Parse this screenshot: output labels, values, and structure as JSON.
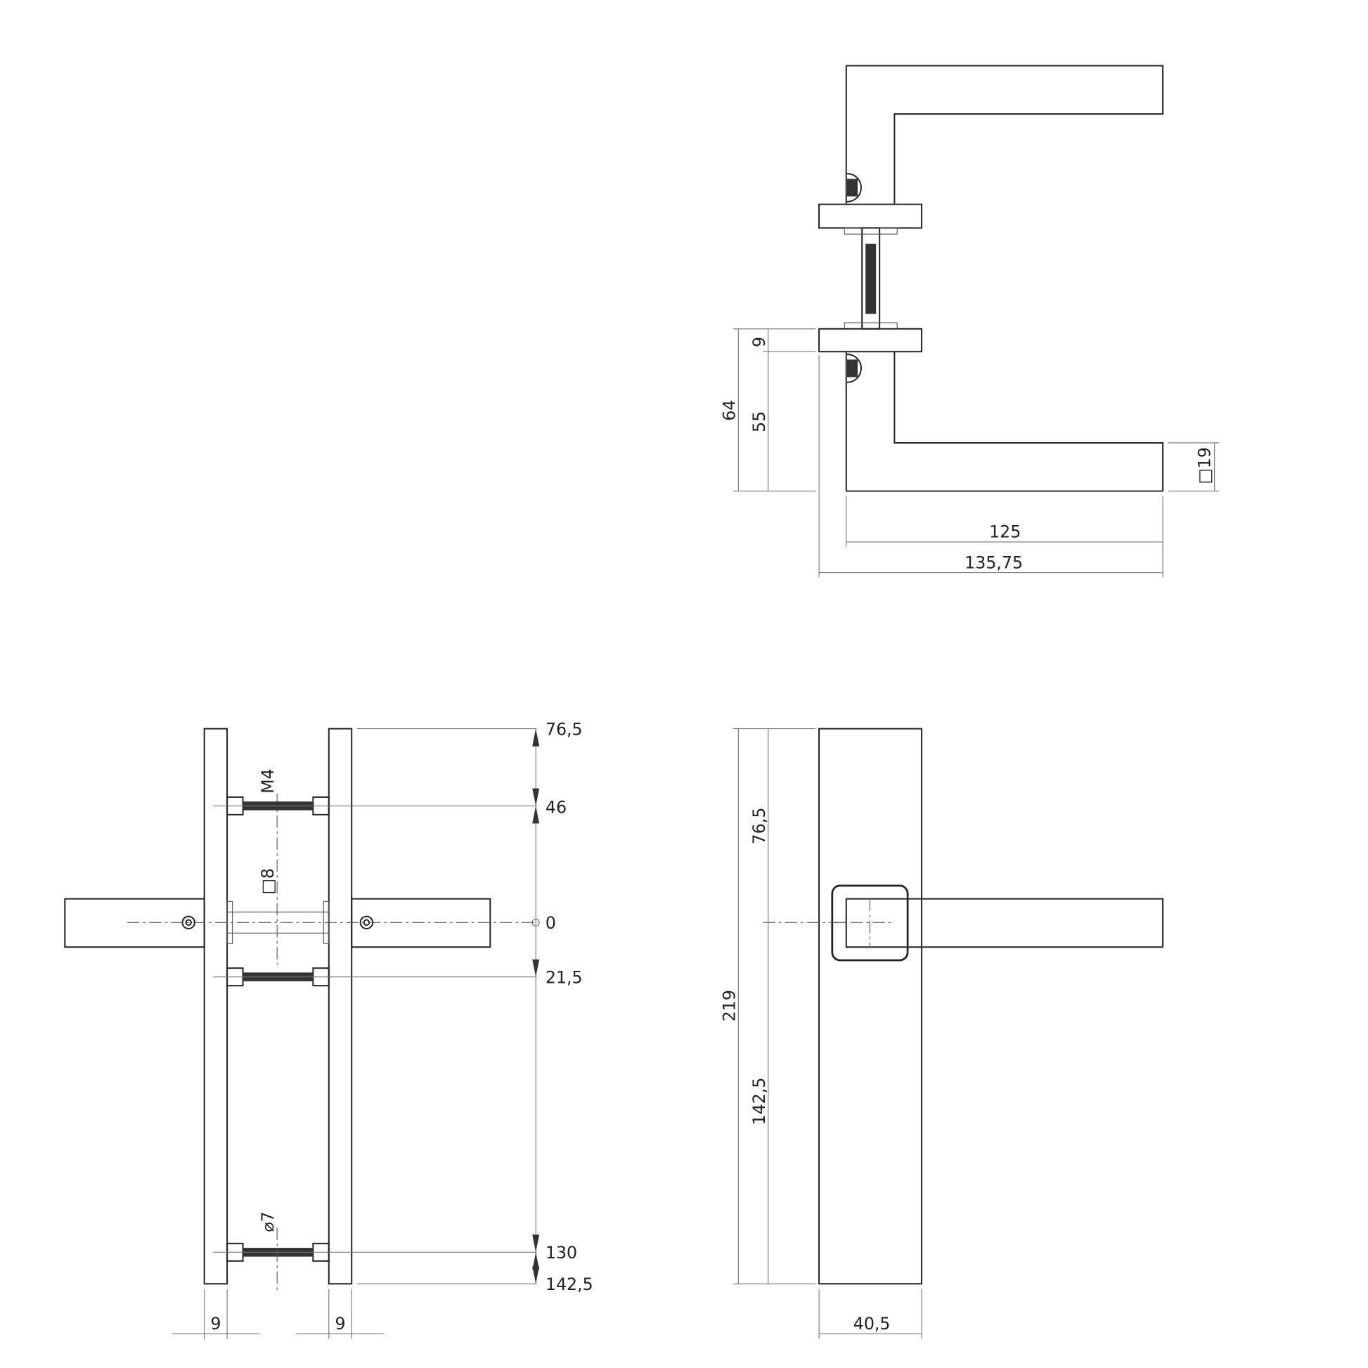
{
  "side_view": {
    "dims": {
      "total_height": "64",
      "rose_thickness": "9",
      "handle_height": "55",
      "bar_section": "□19",
      "handle_length": "125",
      "overall_length": "135,75"
    }
  },
  "plate_section_view": {
    "dims": {
      "top": "76,5",
      "upper_screw": "46",
      "origin": "0",
      "middle_screw": "21,5",
      "lower_screw": "130",
      "bottom": "142,5",
      "plate_thickness_left": "9",
      "plate_thickness_right": "9"
    },
    "callouts": {
      "thread": "M4",
      "spindle": "□8",
      "hole": "⌀7"
    }
  },
  "front_view": {
    "dims": {
      "total_height": "219",
      "upper": "76,5",
      "lower": "142,5",
      "width": "40,5"
    }
  }
}
